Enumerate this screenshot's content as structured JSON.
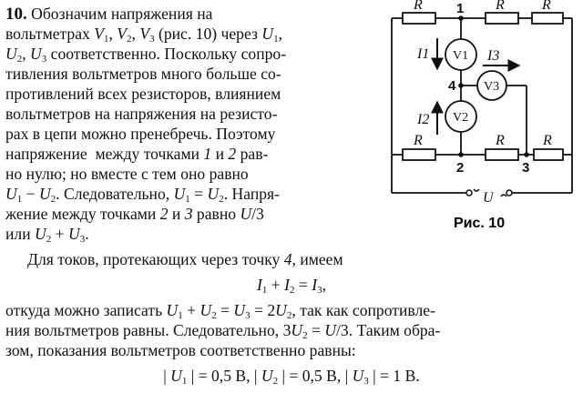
{
  "problem_number": "10.",
  "lines": [
    " Обозначим напряжения на",
    "вольтметрах V1, V2, V3 (рис. 10) через U1,",
    "U2, U3 соответственно. Поскольку сопро-",
    "тивления вольтметров много больше со-",
    "противлений всех резисторов, влиянием",
    "вольтметров на напряжения на резисто-",
    "рах в цепи можно пренебречь. Поэтому",
    "напряжение  между точками 1 и 2 рав-",
    "но нулю; но вместе с тем оно равно",
    "U1 − U2. Следовательно, U1 = U2. Напря-",
    "жение между точками 2 и 3 равно U/3",
    "или U2 + U3."
  ],
  "currents_intro": "Для токов, протекающих через точку 4, имеем",
  "current_equation": "I1 + I2 = I3,",
  "conclusion_lines": [
    "откуда можно записать U1 + U2 = U3 = 2U2, так как сопротивле-",
    "ния вольтметров равны. Следовательно, 3U2 = U/3. Таким обра-",
    "зом, показания вольтметров соответственно равны:"
  ],
  "answer": "| U1 | = 0,5 В, | U2 | = 0,5 В, | U3 | = 1 В.",
  "figure": {
    "caption": "Рис. 10",
    "resistor_label": "R",
    "node_labels": [
      "1",
      "2",
      "3",
      "4"
    ],
    "voltmeters": [
      "V1",
      "V2",
      "V3"
    ],
    "currents": [
      "I1",
      "I2",
      "I3"
    ],
    "source_label": "U"
  }
}
